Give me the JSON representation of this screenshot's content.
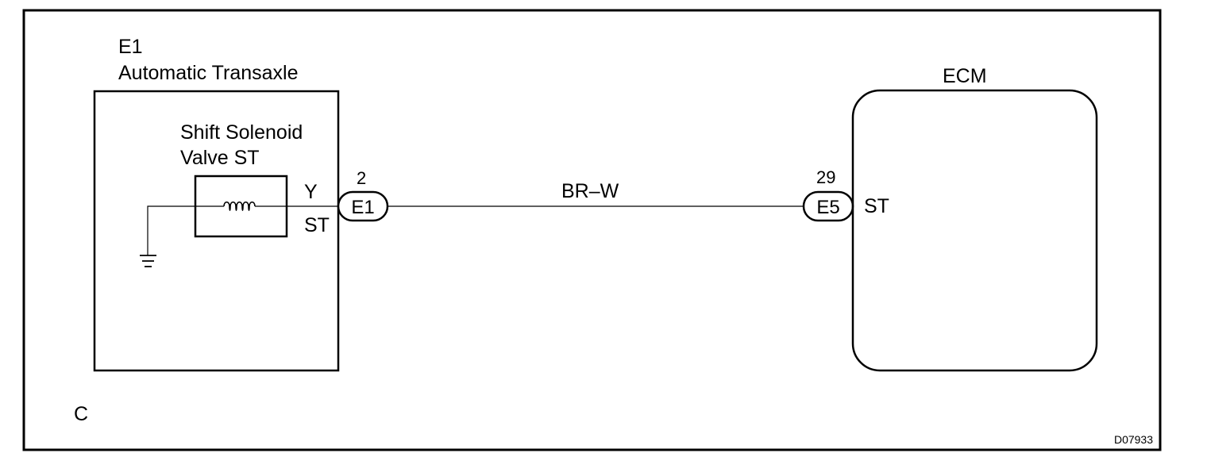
{
  "figure": {
    "corner_mark": "C",
    "figure_code": "D07933"
  },
  "transaxle": {
    "connector_id": "E1",
    "name": "Automatic Transaxle",
    "solenoid": {
      "name_line1": "Shift Solenoid",
      "name_line2": "Valve ST"
    },
    "wire_color_inside": "Y",
    "terminal_name": "ST",
    "pin_number": "2",
    "connector_label": "E1"
  },
  "wire": {
    "color_code": "BR–W"
  },
  "ecm": {
    "name": "ECM",
    "pin_number": "29",
    "connector_label": "E5",
    "terminal_name": "ST"
  }
}
